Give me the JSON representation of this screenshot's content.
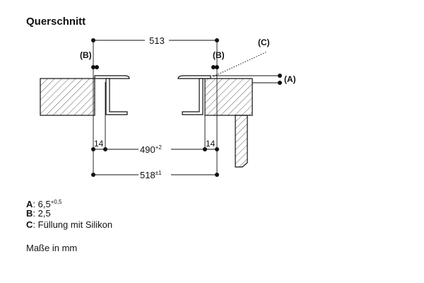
{
  "title": "Querschnitt",
  "dimensions": {
    "top": "513",
    "inner": "490",
    "inner_tol": "+2",
    "outer": "518",
    "outer_tol": "±1",
    "gap_left": "14",
    "gap_right": "14"
  },
  "callouts": {
    "b_left": "(B)",
    "b_right": "(B)",
    "c": "(C)",
    "a": "(A)"
  },
  "legend": [
    {
      "key": "A",
      "sep": ": ",
      "value": "6,5",
      "sup": "+0,5"
    },
    {
      "key": "B",
      "sep": ": ",
      "value": "2,5",
      "sup": ""
    },
    {
      "key": "C",
      "sep": ": ",
      "value": "Füllung mit Silikon",
      "sup": ""
    }
  ],
  "units": "Maße in mm"
}
